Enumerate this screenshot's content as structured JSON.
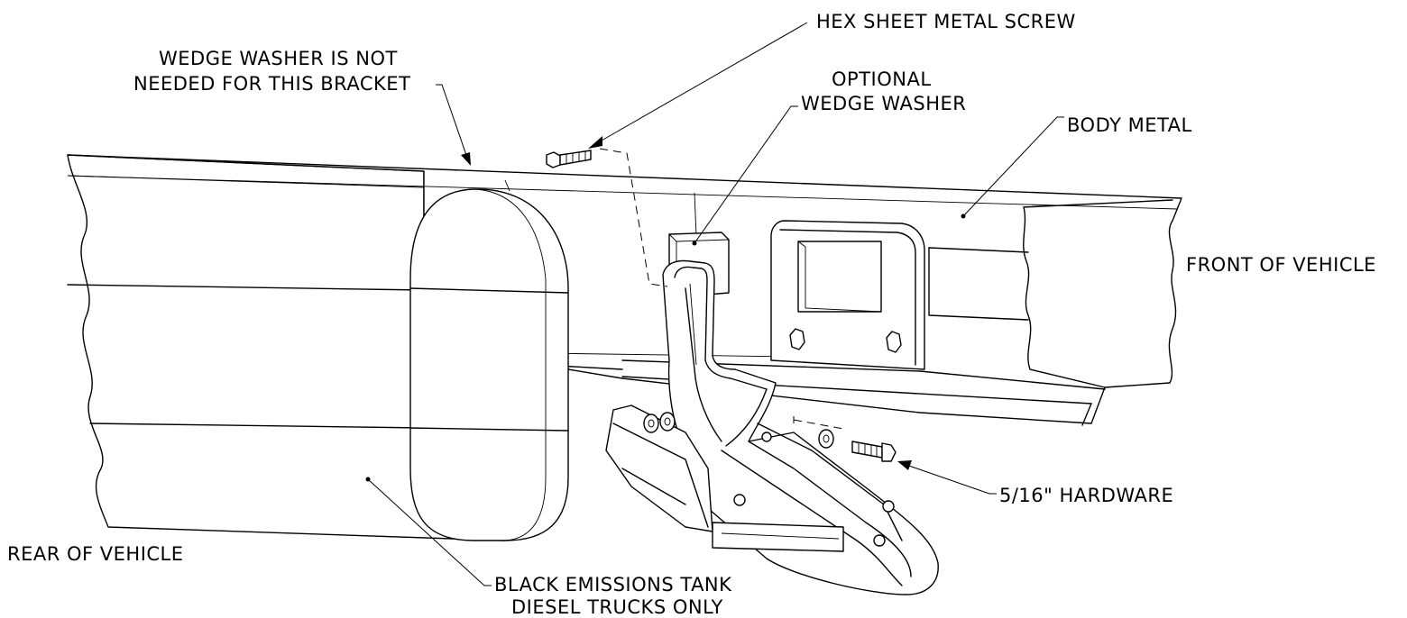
{
  "labels": {
    "hex_screw": "HEX SHEET METAL SCREW",
    "wedge_not_needed_1": "WEDGE WASHER IS NOT",
    "wedge_not_needed_2": "NEEDED FOR THIS BRACKET",
    "optional_1": "OPTIONAL",
    "optional_2": "WEDGE WASHER",
    "body_metal": "BODY METAL",
    "front": "FRONT OF VEHICLE",
    "rear": "REAR OF VEHICLE",
    "hardware": "5/16\" HARDWARE",
    "tank_1": "BLACK EMISSIONS TANK",
    "tank_2": "DIESEL TRUCKS ONLY"
  }
}
